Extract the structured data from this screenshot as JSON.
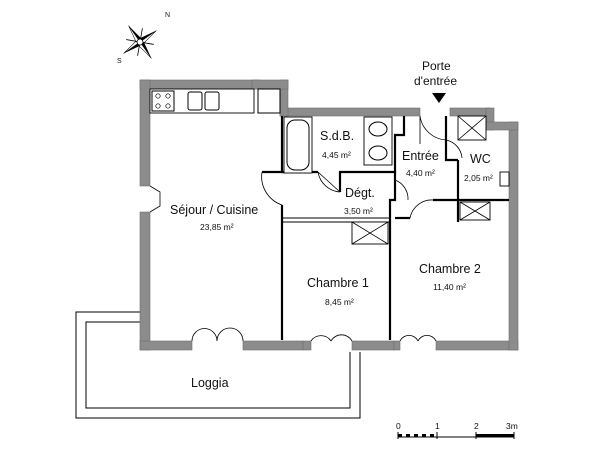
{
  "compass": {
    "north": "N",
    "south": "S"
  },
  "entrance": {
    "line1": "Porte",
    "line2": "d'entrée"
  },
  "rooms": {
    "sejour": {
      "name": "Séjour / Cuisine",
      "area": "23,85 m²"
    },
    "sdb": {
      "name": "S.d.B.",
      "area": "4,45 m²"
    },
    "entree": {
      "name": "Entrée",
      "area": "4,40 m²"
    },
    "wc": {
      "name": "WC",
      "area": "2,05 m²"
    },
    "degt": {
      "name": "Dégt.",
      "area": "3,50 m²"
    },
    "chambre1": {
      "name": "Chambre 1",
      "area": "8,45 m²"
    },
    "chambre2": {
      "name": "Chambre 2",
      "area": "11,40 m²"
    },
    "loggia": {
      "name": "Loggia"
    }
  },
  "scale": {
    "ticks": [
      "0",
      "1",
      "2",
      "3m"
    ]
  }
}
